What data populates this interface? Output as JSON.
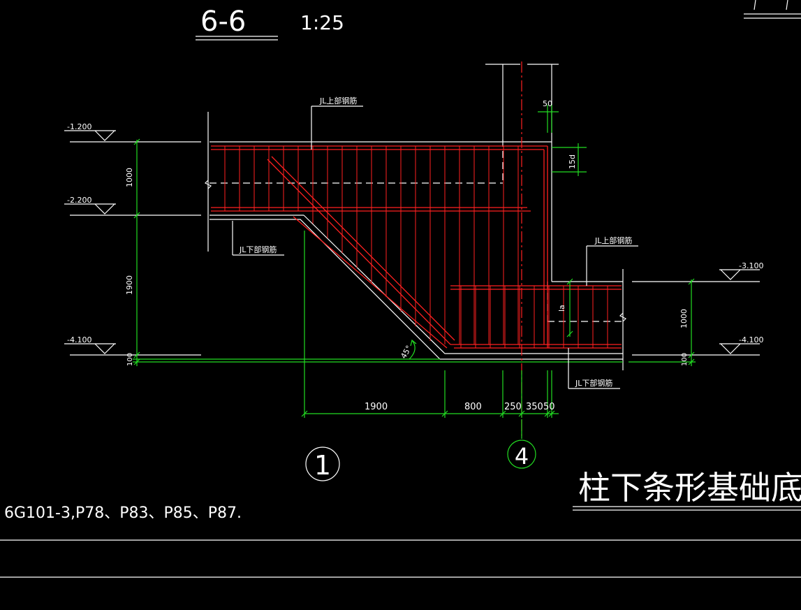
{
  "section": {
    "label": "6-6",
    "scale": "1:25"
  },
  "levels": {
    "l1": "-1.200",
    "l2": "-2.200",
    "l3": "-4.100",
    "r1": "-3.100",
    "r2": "-4.100"
  },
  "dims": {
    "h1000_left": "1000",
    "h1900": "1900",
    "h100_left": "100",
    "h1000_right": "1000",
    "h100_right": "100",
    "w1900": "1900",
    "w800": "800",
    "w250": "250",
    "w350": "350",
    "w50_bottom": "50",
    "w50_top": "50",
    "d15": "15d",
    "la": "la",
    "angle": "45°"
  },
  "rebar_labels": {
    "top_left": "JL上部钢筋",
    "bottom_left": "JL下部钢筋",
    "top_right": "JL上部钢筋",
    "bottom_right": "JL下部钢筋"
  },
  "axes": {
    "axis_1": "1",
    "axis_4": "4"
  },
  "title": "柱下条形基础底板不平部",
  "note": "6G101-3,P78、P83、P85、P87.",
  "colors": {
    "background": "#000000",
    "outline": "#ffffff",
    "rebar": "#ff2020",
    "dimension": "#22dd22"
  }
}
